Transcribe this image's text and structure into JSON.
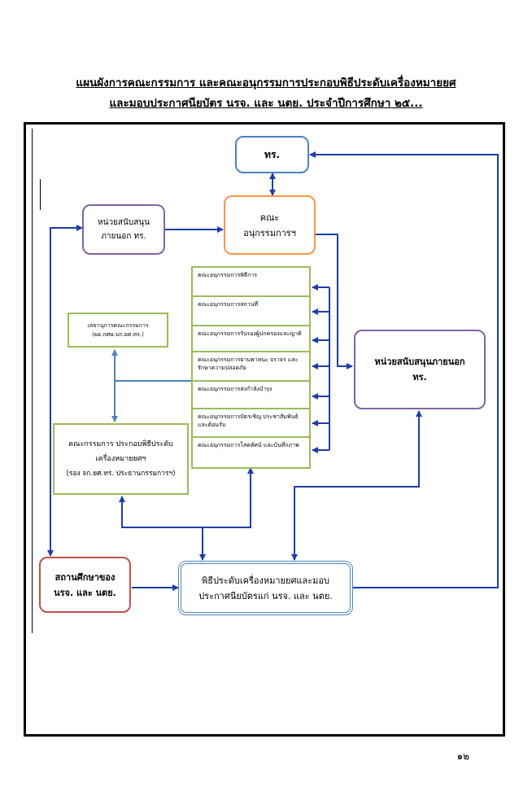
{
  "title_line1": "แผนผังการคณะกรรมการ และคณะอนุกรรมการประกอบพิธีประดับเครื่องหมายยศ",
  "title_line2": "และมอบประกาศนียบัตร นรจ. และ นตย. ประจำปีการศึกษา ๒๕...",
  "boxes": {
    "top": "ทร.",
    "committee": [
      "คณะ",
      "อนุกรรมการฯ"
    ],
    "support_left": [
      "หน่วยสนับสนุน",
      "ภายนอก ทร."
    ],
    "secretary": [
      "เลขานุการคณะกรรมการ",
      "(ผอ.กศษ.บก.ยศ.ทร.)"
    ],
    "main_committee": [
      "คณะกรรมการ ประกอบพิธีประดับ",
      "เครื่องหมายยศฯ",
      "(รอง จก.ยศ.ทร. ประธานกรรมการฯ)"
    ],
    "support_right": [
      "หน่วยสนับสนุนภายนอก",
      "ทร."
    ],
    "school": [
      "สถานศึกษาของ",
      "นรจ. และ นตย."
    ],
    "ceremony": [
      "พิธีประดับเครื่องหมายยศและมอบ",
      "ประกาศนียบัตรแก่ นรจ. และ นตย."
    ]
  },
  "subcommittees": [
    "คณะอนุกรรมการพิธีการ",
    "คณะอนุกรรมการสถานที่",
    "คณะอนุกรรมการรับรองผู้ปกครองและญาติ",
    "คณะอนุกรรมการยานพาหนะ จราจร และรักษาความปลอดภัย",
    "คณะอนุกรรมการส่งกำลังบำรุง",
    "คณะอนุกรรมการบัตรเชิญ ประชาสัมพันธ์ และต้อนรับ",
    "คณะอนุกรรมการโสตทัศน์ และบันทึกภาพ"
  ],
  "page_number": "๑๒",
  "colors": {
    "arrow": "#1f3da8",
    "blue": "#4f81bd",
    "orange": "#f79646",
    "purple": "#8064a2",
    "green": "#9bbb59",
    "red": "#c0504d"
  }
}
